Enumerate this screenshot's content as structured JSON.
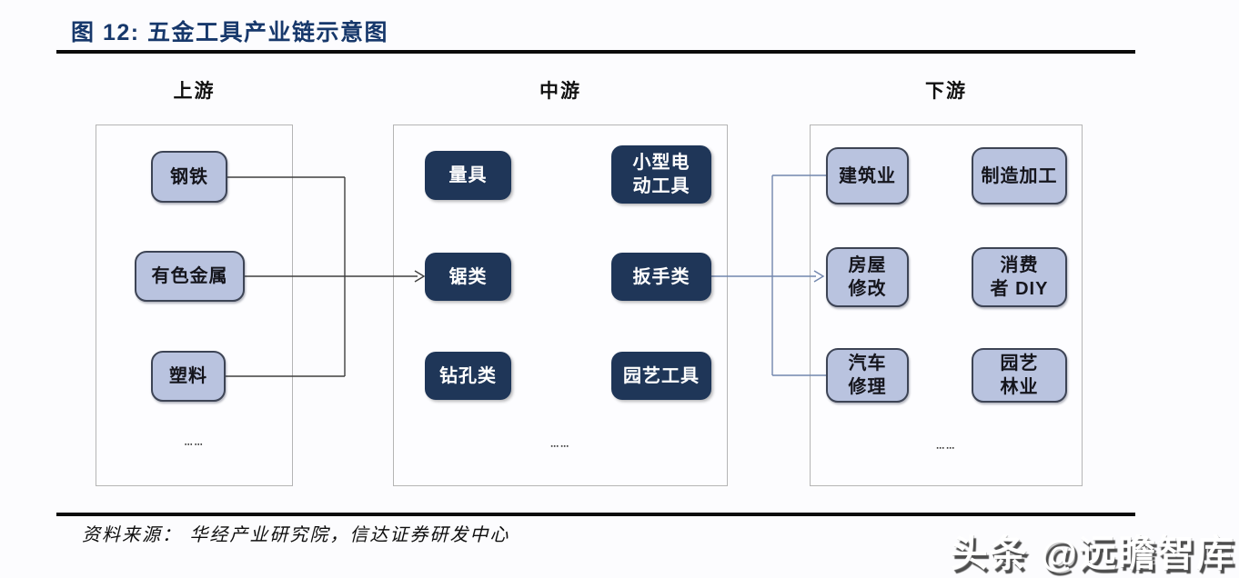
{
  "figure": {
    "title": "图 12:  五金工具产业链示意图",
    "source": "资料来源：  华经产业研究院，信达证券研发中心",
    "watermark": "头条 @远瞻智库"
  },
  "columns": [
    {
      "id": "upstream",
      "header": "上游",
      "style": "light",
      "items": [
        "钢铁",
        "有色金属",
        "塑料"
      ],
      "ellipsis": "⋯⋯"
    },
    {
      "id": "midstream",
      "header": "中游",
      "style": "dark",
      "items": [
        "量具",
        "小型电\n动工具",
        "锯类",
        "扳手类",
        "钻孔类",
        "园艺工具"
      ],
      "ellipsis": "⋯⋯"
    },
    {
      "id": "downstream",
      "header": "下游",
      "style": "light",
      "items": [
        "建筑业",
        "制造加工",
        "房屋\n修改",
        "消费\n者 DIY",
        "汽车\n修理",
        "园艺\n林业"
      ],
      "ellipsis": "⋯⋯"
    }
  ],
  "connections": [
    {
      "from": "钢铁",
      "to": "锯类"
    },
    {
      "from": "有色金属",
      "to": "锯类"
    },
    {
      "from": "塑料",
      "to": "锯类"
    },
    {
      "from": "扳手类",
      "to": "建筑业"
    },
    {
      "from": "扳手类",
      "to": "房屋修改"
    },
    {
      "from": "扳手类",
      "to": "汽车修理"
    }
  ],
  "colors": {
    "canvas_bg": "#fcfcfe",
    "title_text": "#17386b",
    "rule": "#0b0b0b",
    "header_text": "#111111",
    "container_border": "#b5b5b5",
    "dark_box_fill": "#1f3658",
    "dark_box_text": "#ffffff",
    "light_box_fill": "#b9c3df",
    "light_box_border": "#3d4455",
    "light_box_text": "#15151c",
    "left_connector": "#3f3f3f",
    "right_connector": "#7286ad",
    "source_text": "#0e0e0e",
    "watermark_shadow": "#4d4d4d"
  }
}
